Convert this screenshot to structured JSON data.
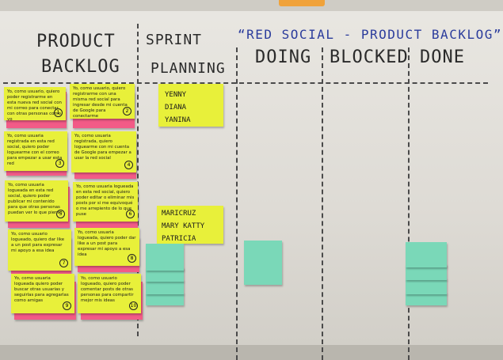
{
  "board": {
    "columns": {
      "product_backlog": [
        "PRODUCT",
        "BACKLOG"
      ],
      "sprint_planning": [
        "SPRINT",
        "PLANNING"
      ],
      "doing": "DOING",
      "blocked": "BLOCKED",
      "done": "DONE"
    },
    "header_note": "“RED SOCIAL - PRODUCT BACKLOG”",
    "team_note_1": [
      "YENNY",
      "DIANA",
      "YANINA"
    ],
    "team_note_2": [
      "MARICRUZ",
      "MARY KATTY",
      "PATRICIA"
    ],
    "backlog_stories": [
      {
        "text": "Yo, como usuario, quiero poder registrarme en esta nueva red social con mi correo para conectar con otras personas como yo",
        "num": "1"
      },
      {
        "text": "Yo, como usuario, quiero registrarme con una misma red social para ingresar desde mi cuenta de Google para conectarme",
        "num": "2"
      },
      {
        "text": "Yo, como usuaria registrada en esta red social, quiero poder loguearme con el correo para empezar a usar esta red",
        "num": "3"
      },
      {
        "text": "Yo, como usuaria registrada, quiero loguearme con mi cuenta de Google para empezar a usar la red social",
        "num": "4"
      },
      {
        "text": "Yo, como usuaria logueada en esta red social, quiero poder publicar mi contenido para que otras personas puedan ver lo que pienso",
        "num": "5"
      },
      {
        "text": "Yo, como usuaria logueada en esta red social, quiero poder editar o eliminar mis posts por si me equivoqué o me arrepiento de lo que puse",
        "num": "6"
      },
      {
        "text": "Yo, como usuario logueado, quiero dar like a un post para expresar mi apoyo a esa idea",
        "num": "7"
      },
      {
        "text": "Yo, como usuaria logueada, quiero poder dar like a un post para expresar mi apoyo a esa idea",
        "num": "8"
      },
      {
        "text": "Yo, como usuaria logueada quiero poder buscar otras usuarias y seguirlas para agregarlas como amigas",
        "num": "9"
      },
      {
        "text": "Yo, como usuario logueado, quiero poder comentar posts de otras personas para compartir mejor mis ideas",
        "num": "10"
      }
    ]
  }
}
